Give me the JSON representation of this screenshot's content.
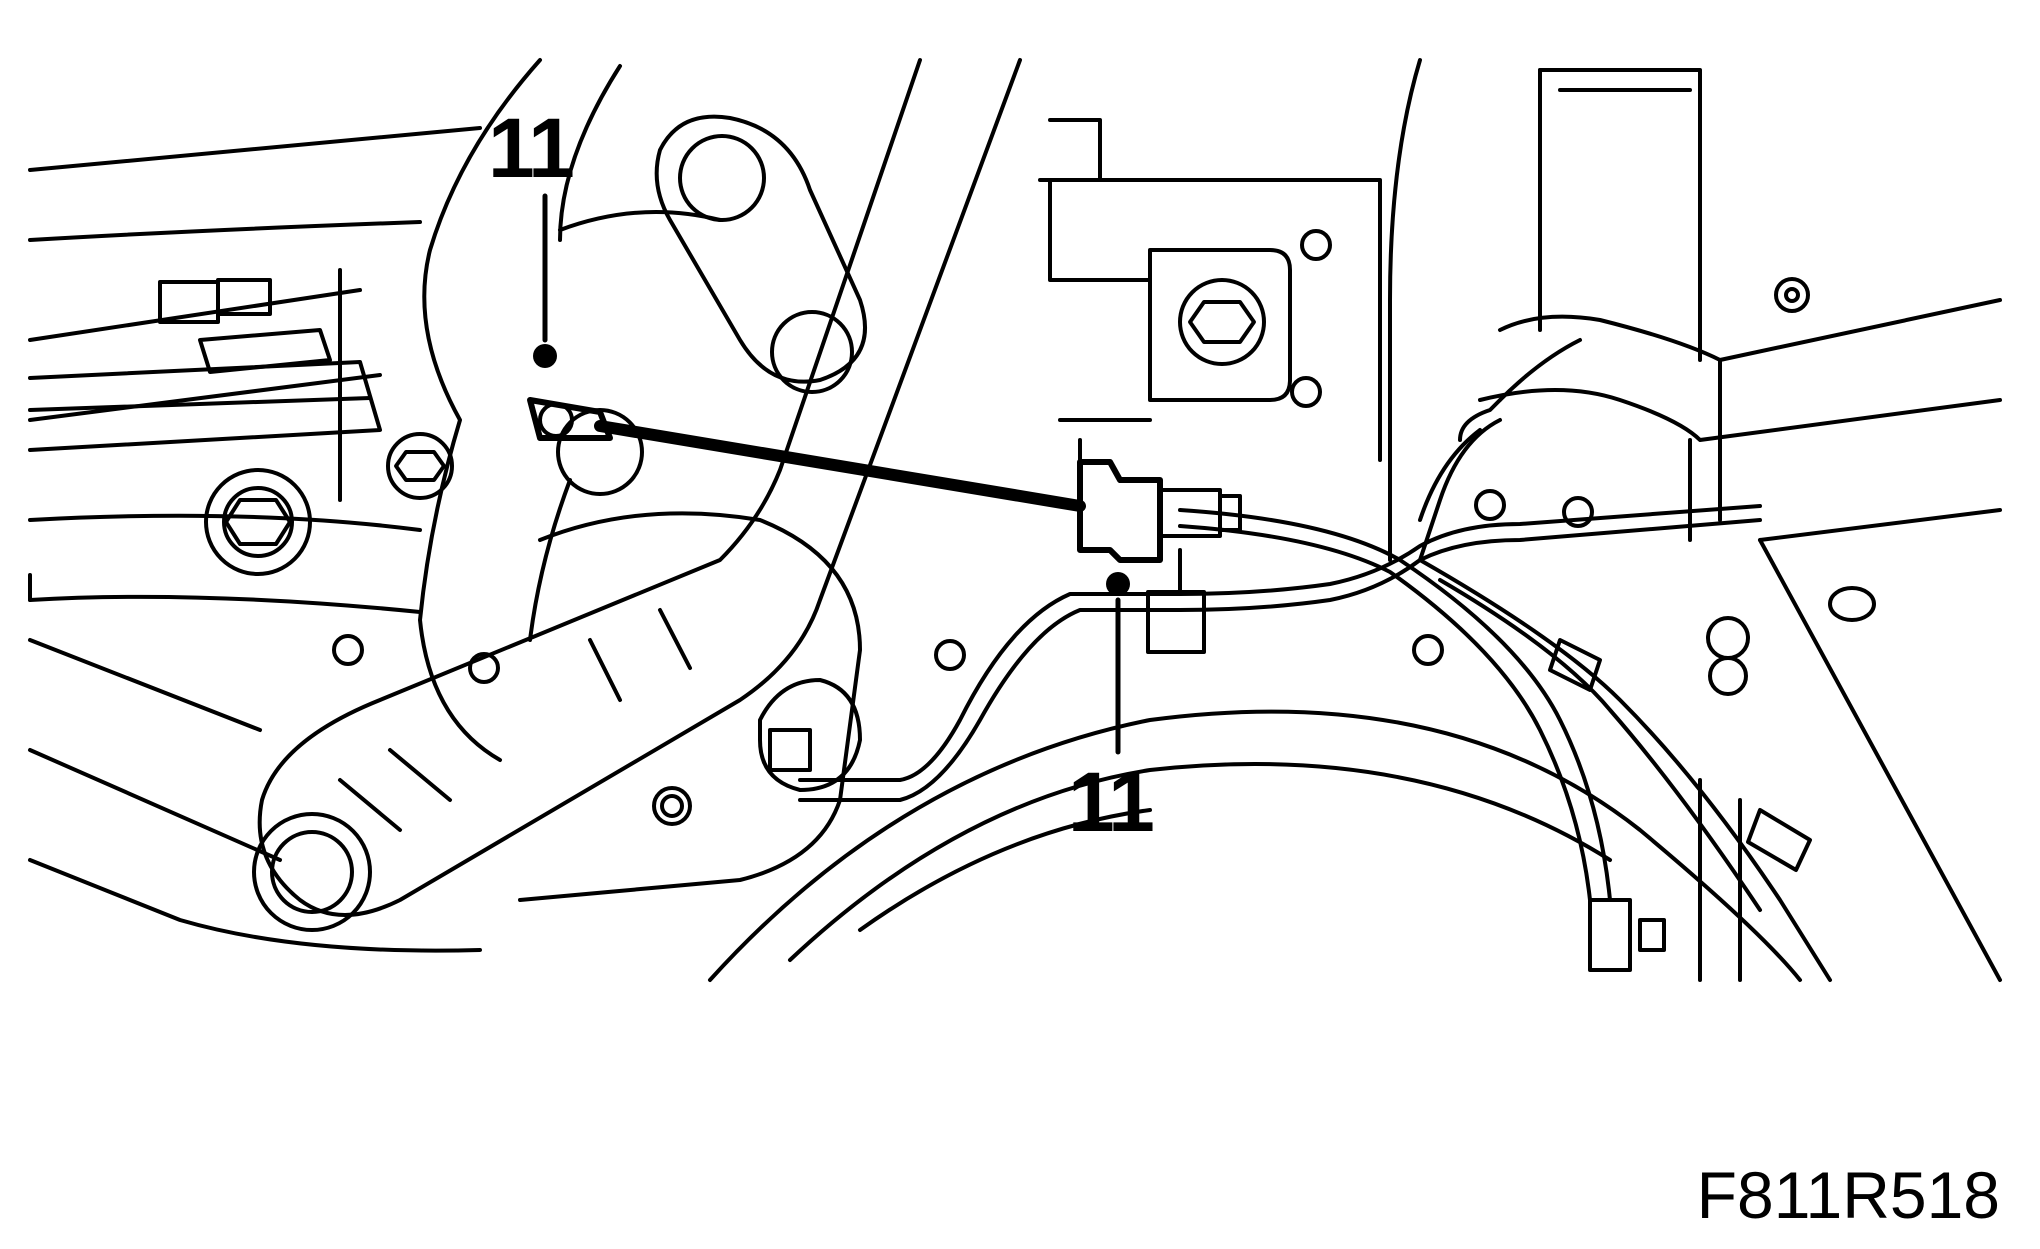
{
  "callouts": [
    {
      "label": "11"
    },
    {
      "label": "11"
    }
  ],
  "figure_code": "F811R518",
  "colors": {
    "ink": "#000000",
    "paper": "#ffffff"
  }
}
